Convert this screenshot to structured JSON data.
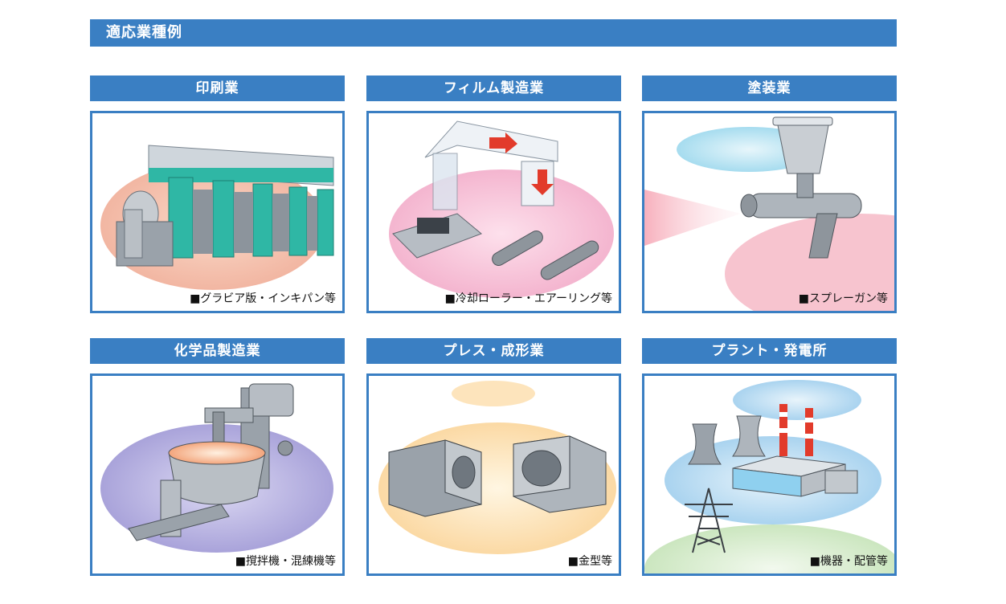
{
  "section_title": "適応業種例",
  "cards": [
    {
      "title": "印刷業",
      "caption": "■グラビア版・インキパン等"
    },
    {
      "title": "フィルム製造業",
      "caption": "■冷却ローラー・エアーリング等"
    },
    {
      "title": "塗装業",
      "caption": "■スプレーガン等"
    },
    {
      "title": "化学品製造業",
      "caption": "■撹拌機・混練機等"
    },
    {
      "title": "プレス・成形業",
      "caption": "■金型等"
    },
    {
      "title": "プラント・発電所",
      "caption": "■機器・配管等"
    }
  ]
}
